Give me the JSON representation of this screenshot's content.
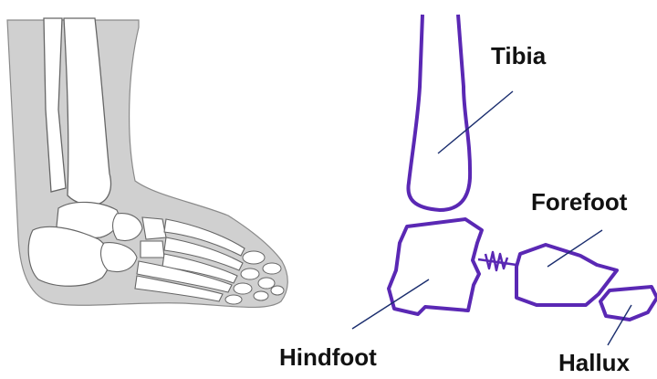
{
  "labels": {
    "tibia": "Tibia",
    "forefoot": "Forefoot",
    "hindfoot": "Hindfoot",
    "hallux": "Hallux"
  },
  "colors": {
    "segment_outline": "#5a28b4",
    "soft_tissue": "#d0d0d0",
    "bone_outline": "#666666",
    "leader_line": "#1a2d6e"
  },
  "icons": {
    "joint_spring": "spring-icon"
  }
}
